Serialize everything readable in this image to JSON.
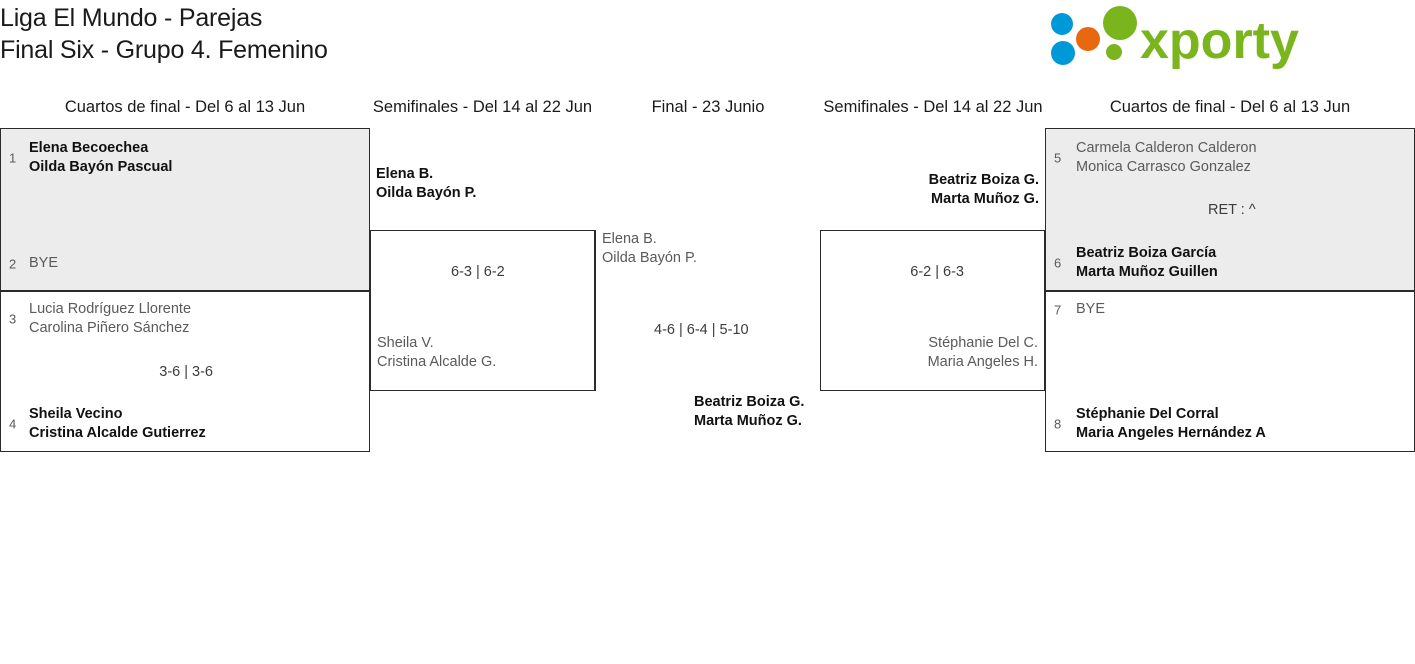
{
  "header": {
    "title_line1": "Liga El Mundo - Parejas",
    "title_line2": "Final Six - Grupo 4. Femenino",
    "logo_text": "xporty",
    "logo_colors": {
      "green": "#7ab51d",
      "blue": "#0099d8",
      "orange": "#e8680f"
    }
  },
  "rounds": {
    "qf_left": "Cuartos de final - Del 6 al 13 Jun",
    "sf_left": "Semifinales - Del 14 al 22 Jun",
    "final": "Final - 23 Junio",
    "sf_right": "Semifinales - Del 14 al 22 Jun",
    "qf_right": "Cuartos de final - Del 6 al 13 Jun"
  },
  "bracket": {
    "qf_left": [
      {
        "shaded": true,
        "top": {
          "seed": "1",
          "line1": "Elena Becoechea",
          "line2": "Oilda Bayón Pascual",
          "winner": true
        },
        "bottom": {
          "seed": "2",
          "line1": "BYE",
          "line2": "",
          "winner": false
        },
        "score": ""
      },
      {
        "shaded": false,
        "top": {
          "seed": "3",
          "line1": "Lucia Rodríguez Llorente",
          "line2": "Carolina Piñero Sánchez",
          "winner": false
        },
        "bottom": {
          "seed": "4",
          "line1": "Sheila Vecino",
          "line2": "Cristina Alcalde Gutierrez",
          "winner": true
        },
        "score": "3-6 | 3-6"
      }
    ],
    "sf_left": {
      "top": {
        "line1": "Elena B.",
        "line2": "Oilda Bayón P.",
        "winner": true
      },
      "bottom": {
        "line1": "Sheila V.",
        "line2": "Cristina Alcalde G.",
        "winner": false
      },
      "score": "6-3 | 6-2"
    },
    "final": {
      "top": {
        "line1": "Elena B.",
        "line2": "Oilda Bayón P.",
        "winner": false
      },
      "bottom": {
        "line1": "Beatriz Boiza G.",
        "line2": "Marta Muñoz G.",
        "winner": true
      },
      "score": "4-6 | 6-4 | 5-10"
    },
    "sf_right": {
      "top": {
        "line1": "Beatriz Boiza G.",
        "line2": "Marta Muñoz G.",
        "winner": true
      },
      "bottom": {
        "line1": "Stéphanie Del C.",
        "line2": "Maria Angeles H.",
        "winner": false
      },
      "score": "6-2 | 6-3"
    },
    "qf_right": [
      {
        "shaded": true,
        "top": {
          "seed": "5",
          "line1": "Carmela Calderon Calderon",
          "line2": "Monica Carrasco Gonzalez",
          "winner": false
        },
        "bottom": {
          "seed": "6",
          "line1": "Beatriz Boiza García",
          "line2": "Marta Muñoz Guillen",
          "winner": true
        },
        "score": "RET : ^"
      },
      {
        "shaded": false,
        "top": {
          "seed": "7",
          "line1": "BYE",
          "line2": "",
          "winner": false
        },
        "bottom": {
          "seed": "8",
          "line1": "Stéphanie Del Corral",
          "line2": "Maria Angeles Hernández A",
          "winner": true
        },
        "score": ""
      }
    ]
  }
}
